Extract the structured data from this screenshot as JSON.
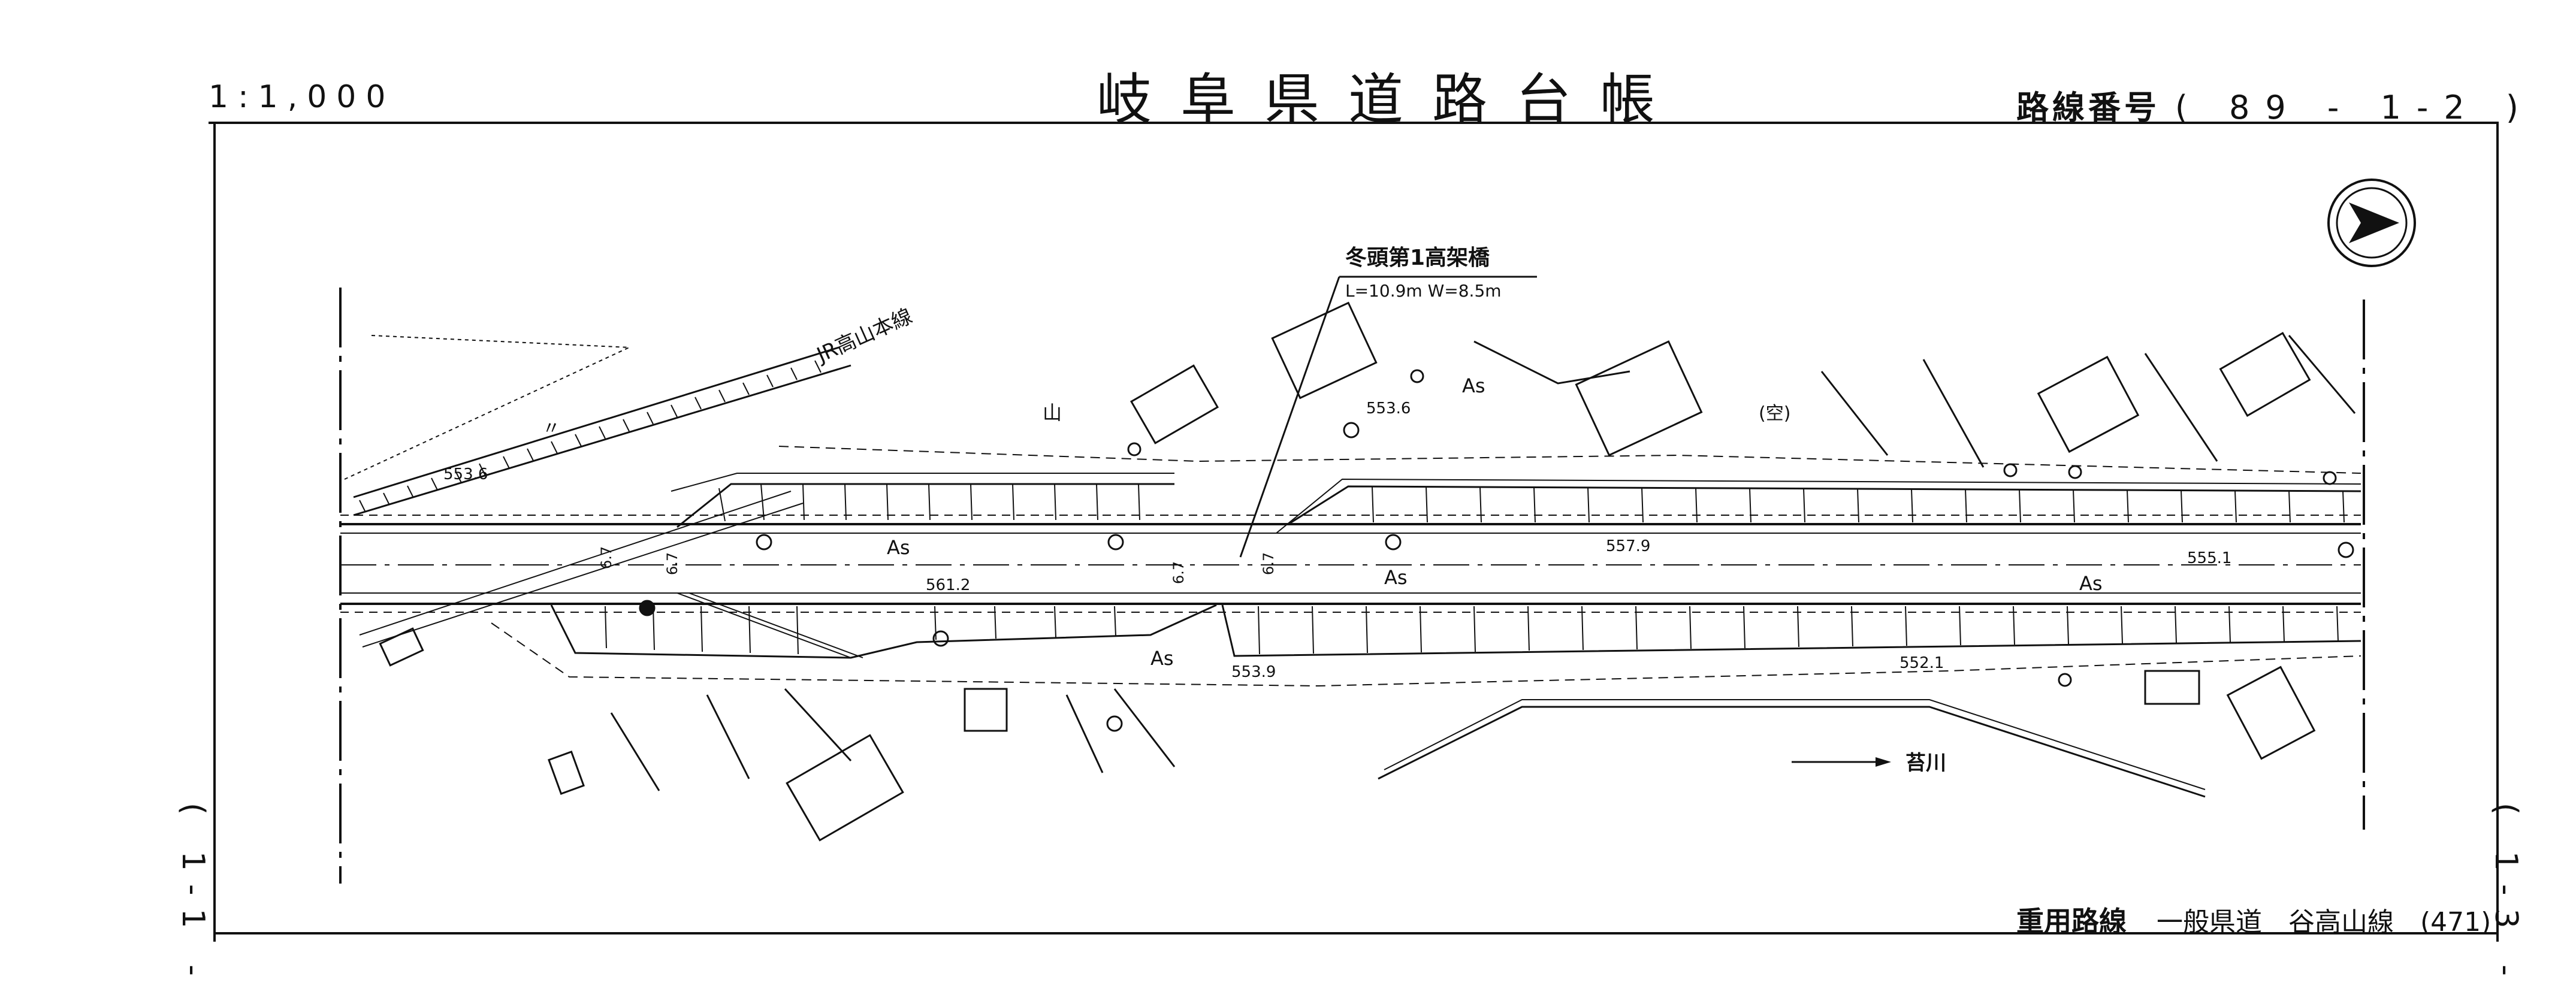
{
  "header": {
    "scale": "1:1,000",
    "title": "岐阜県道路台帳",
    "route_label": "路線番号",
    "route_number": "( 89 - 1-2 )"
  },
  "side_sheets": {
    "previous": "( 1-1 -",
    "next": "( 1-3 -"
  },
  "footer": {
    "overlap_label": "重用路線",
    "road_class": "一般県道",
    "road_name": "谷高山線",
    "road_code": "(471)"
  },
  "map": {
    "bridge_name": "冬頭第1高架橋",
    "bridge_dims": "L=10.9m  W=8.5m",
    "railway": "JR高山本線",
    "river": "苔川",
    "vacant": "(空)",
    "surface": "As",
    "elevations": [
      "553.6",
      "553.6",
      "557.9",
      "561.2",
      "555.1",
      "553.9",
      "552.1"
    ],
    "widths": [
      "6.7",
      "6.7",
      "6.7",
      "6.7"
    ],
    "landuse_mountain": "山",
    "landuse_field": "〃",
    "north_arrow": "north-arrow-icon"
  }
}
